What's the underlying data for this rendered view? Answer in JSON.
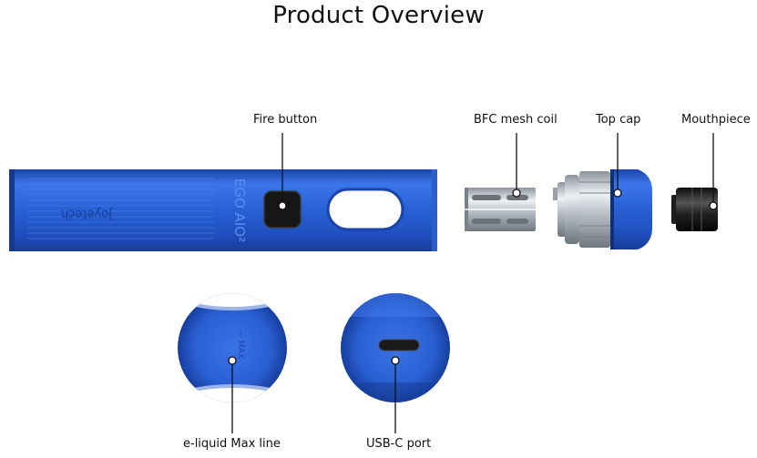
{
  "title": "Product Overview",
  "labels": {
    "fire_button": "Fire button",
    "bfc_mesh_coil": "BFC mesh coil",
    "top_cap": "Top cap",
    "mouthpiece": "Mouthpiece",
    "eliquid_max_line": "e-liquid Max line",
    "usbc_port": "USB-C port"
  },
  "device_text": {
    "brand": "Joyetech",
    "model": "EGO AIO²",
    "max_mark": "— MAX"
  },
  "colors": {
    "body_blue": "#2a63d8",
    "body_blue_dark": "#1a44a8",
    "steel": "#c9ced4",
    "black_part": "#1c1c1c",
    "leader_line": "#111111"
  }
}
